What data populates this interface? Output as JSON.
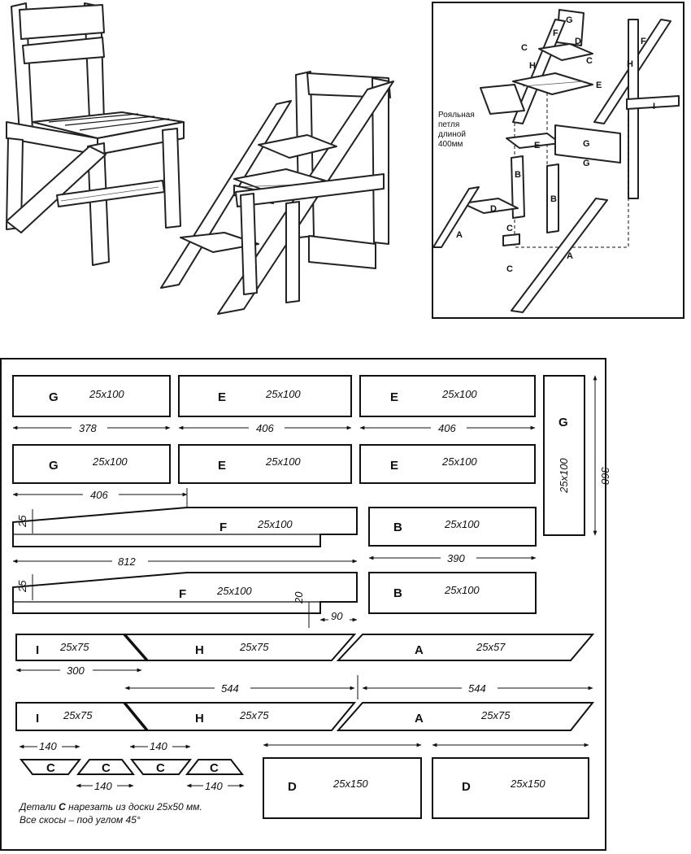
{
  "parts": {
    "G1": {
      "label": "G",
      "size": "25x100"
    },
    "E1": {
      "label": "E",
      "size": "25x100"
    },
    "E2": {
      "label": "E",
      "size": "25x100"
    },
    "Gv": {
      "label": "G",
      "size": "25x100"
    },
    "G2": {
      "label": "G",
      "size": "25x100"
    },
    "E3": {
      "label": "E",
      "size": "25x100"
    },
    "E4": {
      "label": "E",
      "size": "25x100"
    },
    "F1": {
      "label": "F",
      "size": "25x100"
    },
    "B1": {
      "label": "B",
      "size": "25x100"
    },
    "F2": {
      "label": "F",
      "size": "25x100"
    },
    "B2": {
      "label": "B",
      "size": "25x100"
    },
    "I1": {
      "label": "I",
      "size": "25x75"
    },
    "H1": {
      "label": "H",
      "size": "25x75"
    },
    "A1": {
      "label": "A",
      "size": "25x57"
    },
    "I2": {
      "label": "I",
      "size": "25x75"
    },
    "H2": {
      "label": "H",
      "size": "25x75"
    },
    "A2": {
      "label": "A",
      "size": "25x75"
    },
    "C1": {
      "label": "C"
    },
    "C2": {
      "label": "C"
    },
    "C3": {
      "label": "C"
    },
    "C4": {
      "label": "C"
    },
    "D1": {
      "label": "D",
      "size": "25x150"
    },
    "D2": {
      "label": "D",
      "size": "25x150"
    }
  },
  "dims": {
    "d378": "378",
    "d406a": "406",
    "d406b": "406",
    "d368": "368",
    "d406c": "406",
    "d25a": "25",
    "d812": "812",
    "d390": "390",
    "d25b": "25",
    "d20": "20",
    "d90": "90",
    "d300": "300",
    "d544a": "544",
    "d544b": "544",
    "d140a": "140",
    "d140b": "140",
    "d140c": "140",
    "d140d": "140"
  },
  "notes": {
    "line1_prefix": "Детали ",
    "line1_bold": "С",
    "line1_suffix": " нарезать из доски 25x50 мм.",
    "line2": "Все скосы – под углом 45°"
  },
  "exploded": {
    "hinge_line1": "Рояльная",
    "hinge_line2": "петля",
    "hinge_line3": "длиной",
    "hinge_line4": "400мм",
    "labels": [
      "G",
      "F",
      "D",
      "C",
      "H",
      "C",
      "F",
      "E",
      "I",
      "H",
      "E",
      "G",
      "G",
      "B",
      "D",
      "B",
      "C",
      "A",
      "A",
      "C"
    ]
  }
}
